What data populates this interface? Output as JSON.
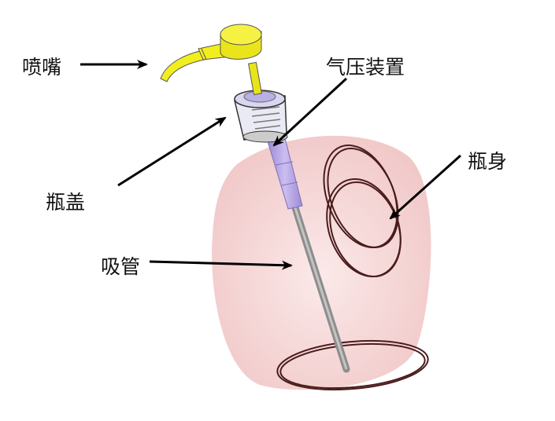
{
  "title": "Pump bottle structure diagram",
  "labels": {
    "nozzle": "喷嘴",
    "air_pressure_device": "气压装置",
    "bottle_body": "瓶身",
    "bottle_cap": "瓶盖",
    "straw": "吸管"
  },
  "colors": {
    "nozzle": "#f2ee1e",
    "cap": "#e4e4f2",
    "pump_tube": "#b7a6e2",
    "straw": "#9a9a9a",
    "bottle": "#f6d8d8",
    "ring": "#4a1c1c",
    "arrow": "#000000"
  }
}
